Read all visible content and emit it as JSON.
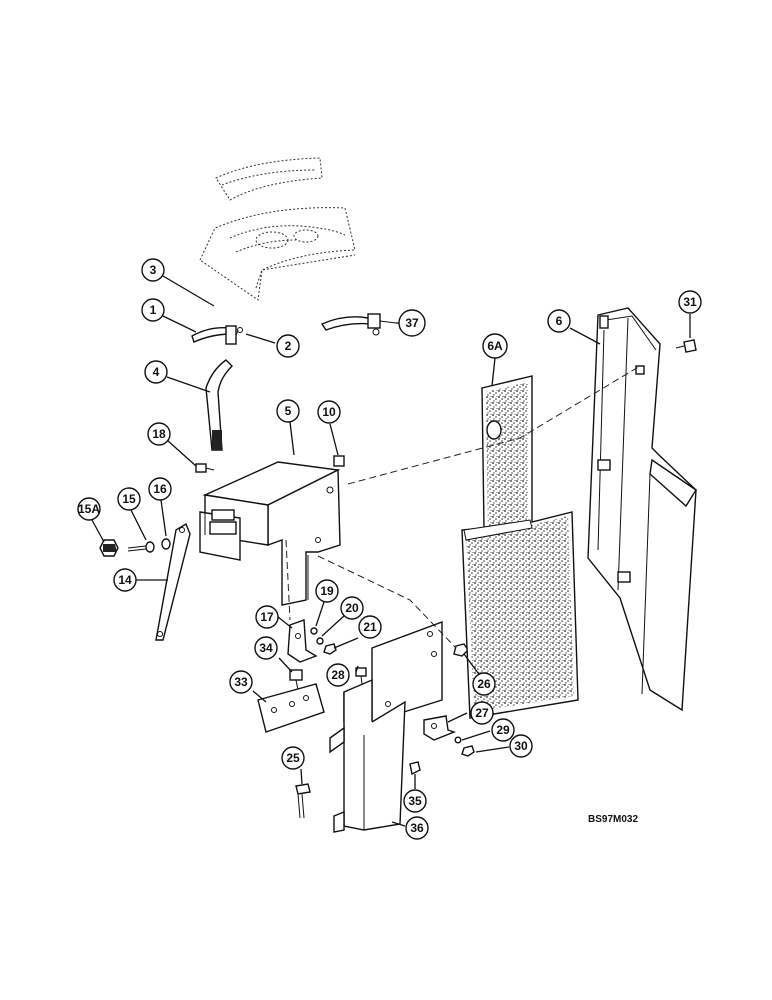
{
  "figure_ref": "BS97M032",
  "callouts": {
    "c1": "1",
    "c2": "2",
    "c3": "3",
    "c4": "4",
    "c5": "5",
    "c6": "6",
    "c6a": "6A",
    "c10": "10",
    "c14": "14",
    "c15": "15",
    "c15a": "15A",
    "c16": "16",
    "c17": "17",
    "c18": "18",
    "c19": "19",
    "c20": "20",
    "c21": "21",
    "c25": "25",
    "c26": "26",
    "c27": "27",
    "c28": "28",
    "c29": "29",
    "c30": "30",
    "c31": "31",
    "c33": "33",
    "c34": "34",
    "c35": "35",
    "c36": "36",
    "c37": "37"
  }
}
